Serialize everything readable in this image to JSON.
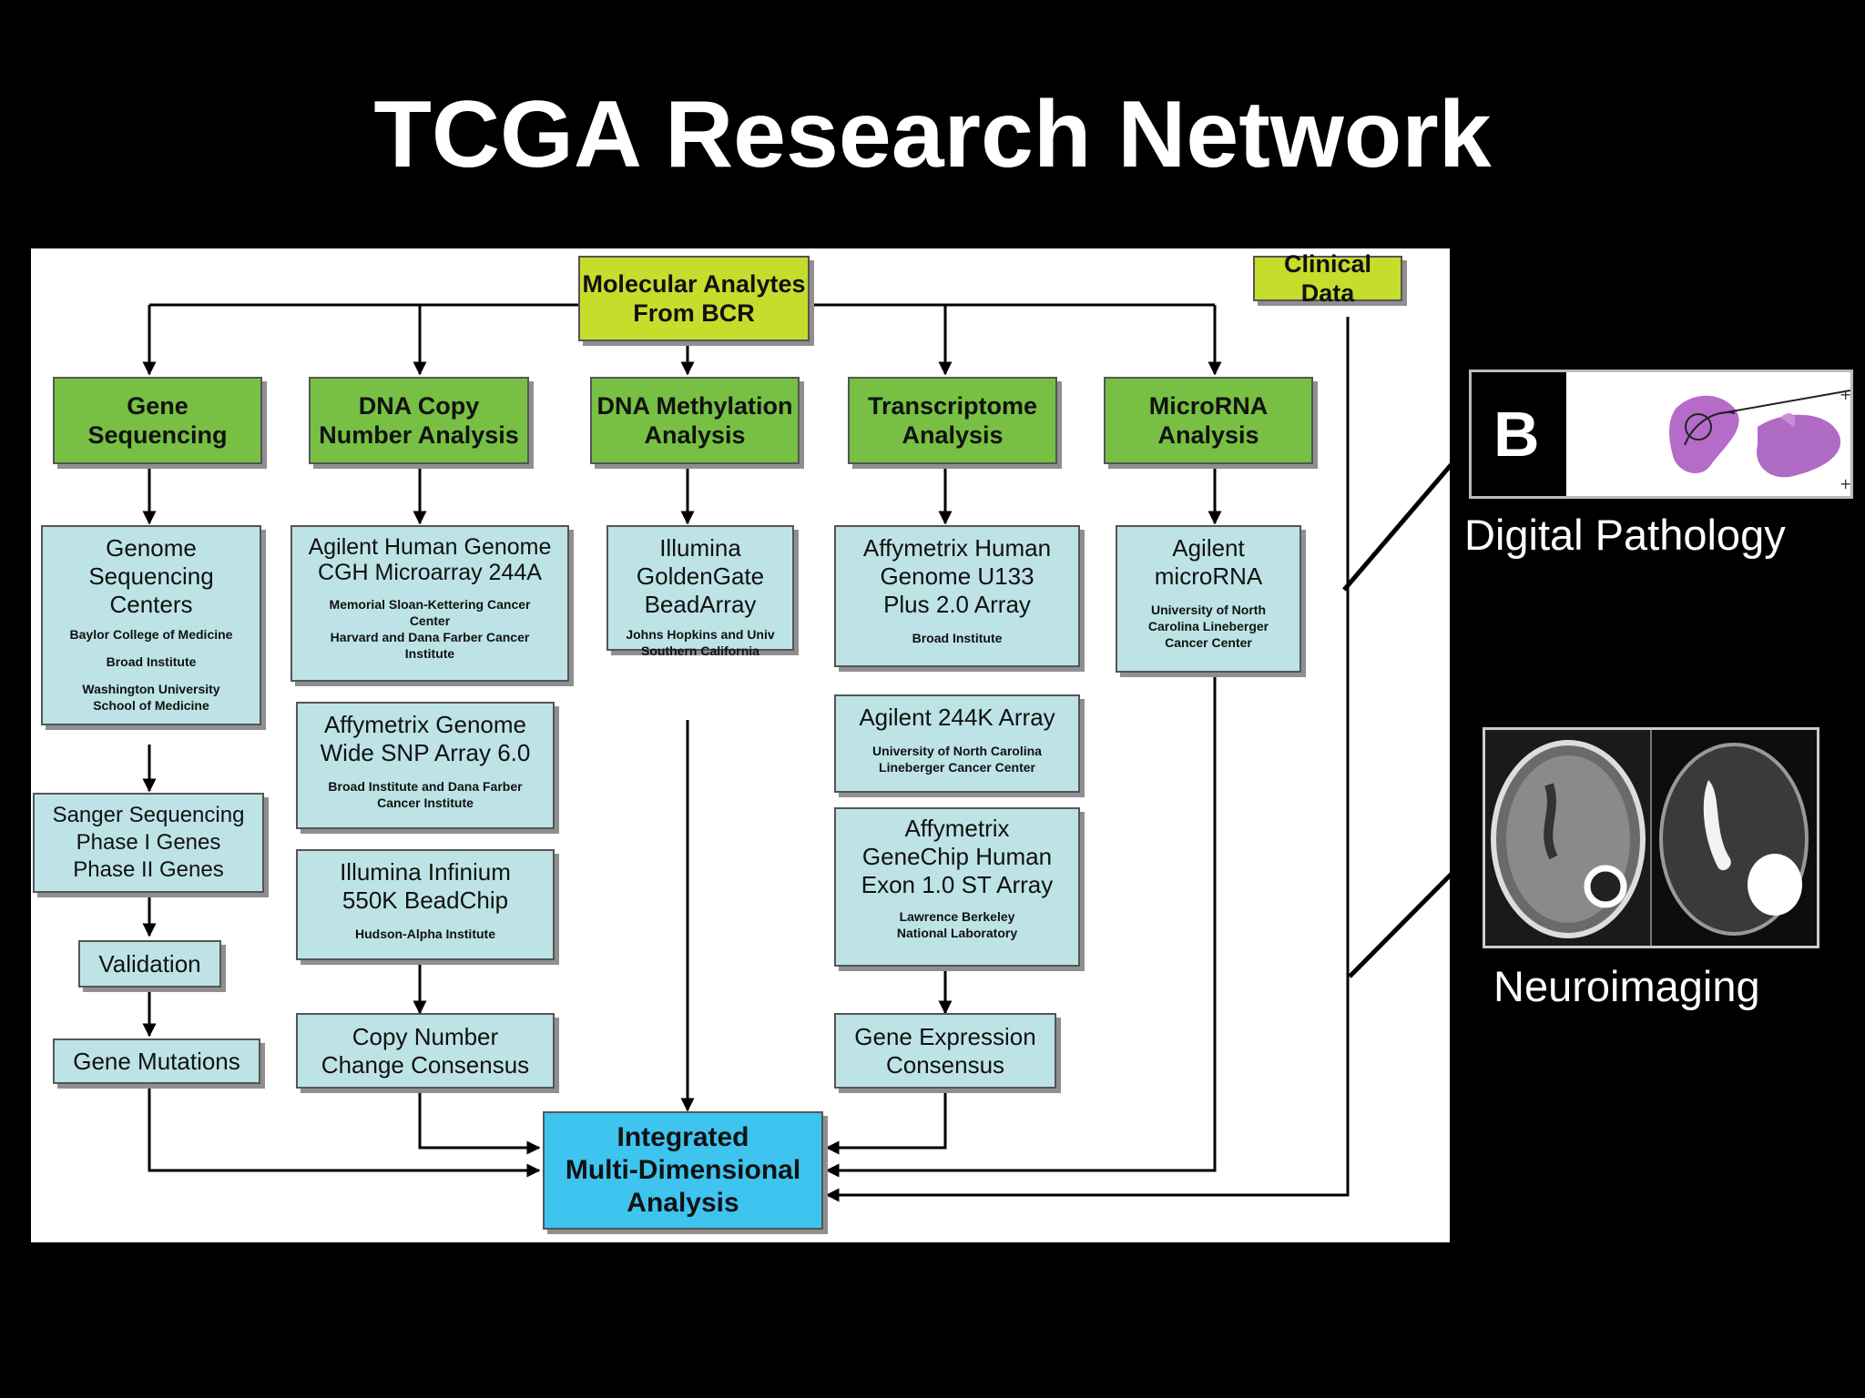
{
  "title": "TCGA Research Network",
  "top": {
    "molecular": "Molecular Analytes\nFrom BCR",
    "clinical": "Clinical Data"
  },
  "categories": {
    "gene_seq": "Gene\nSequencing",
    "dna_copy": "DNA Copy\nNumber Analysis",
    "methylation": "DNA Methylation\nAnalysis",
    "transcriptome": "Transcriptome\nAnalysis",
    "microrna": "MicroRNA\nAnalysis"
  },
  "platforms": {
    "genome_centers": {
      "title": "Genome\nSequencing\nCenters",
      "inst1": "Baylor College of Medicine",
      "inst2": "Broad Institute",
      "inst3": "Washington University\nSchool of Medicine"
    },
    "agilent_cgh": {
      "title": "Agilent Human Genome\nCGH Microarray 244A",
      "inst": "Memorial Sloan-Kettering Cancer\nCenter\nHarvard and Dana Farber Cancer\nInstitute"
    },
    "illumina_gg": {
      "title": "Illumina\nGoldenGate\nBeadArray",
      "inst": "Johns Hopkins and Univ\nSouthern California"
    },
    "affy_u133": {
      "title": "Affymetrix Human\nGenome U133\nPlus 2.0 Array",
      "inst": "Broad Institute"
    },
    "agilent_mirna": {
      "title": "Agilent\nmicroRNA",
      "inst": "University of North\nCarolina Lineberger\nCancer Center"
    },
    "sanger": "Sanger Sequencing\nPhase I Genes\nPhase II Genes",
    "affy_snp": {
      "title": "Affymetrix Genome\nWide SNP Array 6.0",
      "inst": "Broad Institute and Dana Farber\nCancer Institute"
    },
    "agilent_244k": {
      "title": "Agilent 244K Array",
      "inst": "University of North Carolina\nLineberger Cancer Center"
    },
    "illumina_inf": {
      "title": "Illumina Infinium\n550K BeadChip",
      "inst": "Hudson-Alpha Institute"
    },
    "affy_exon": {
      "title": "Affymetrix\nGeneChip Human\nExon 1.0 ST Array",
      "inst": "Lawrence Berkeley\nNational Laboratory"
    }
  },
  "outputs": {
    "validation": "Validation",
    "gene_mutations": "Gene Mutations",
    "copy_consensus": "Copy Number\nChange Consensus",
    "expr_consensus": "Gene Expression\nConsensus",
    "integrated": "Integrated\nMulti-Dimensional\nAnalysis"
  },
  "side": {
    "pathology_letter": "B",
    "pathology_label": "Digital Pathology",
    "neuro_label": "Neuroimaging"
  },
  "colors": {
    "category_green": "#77c043",
    "analytes_lime": "#c6dd2b",
    "platform_light": "#bde3e6",
    "integrated_cyan": "#3ec4ef"
  }
}
